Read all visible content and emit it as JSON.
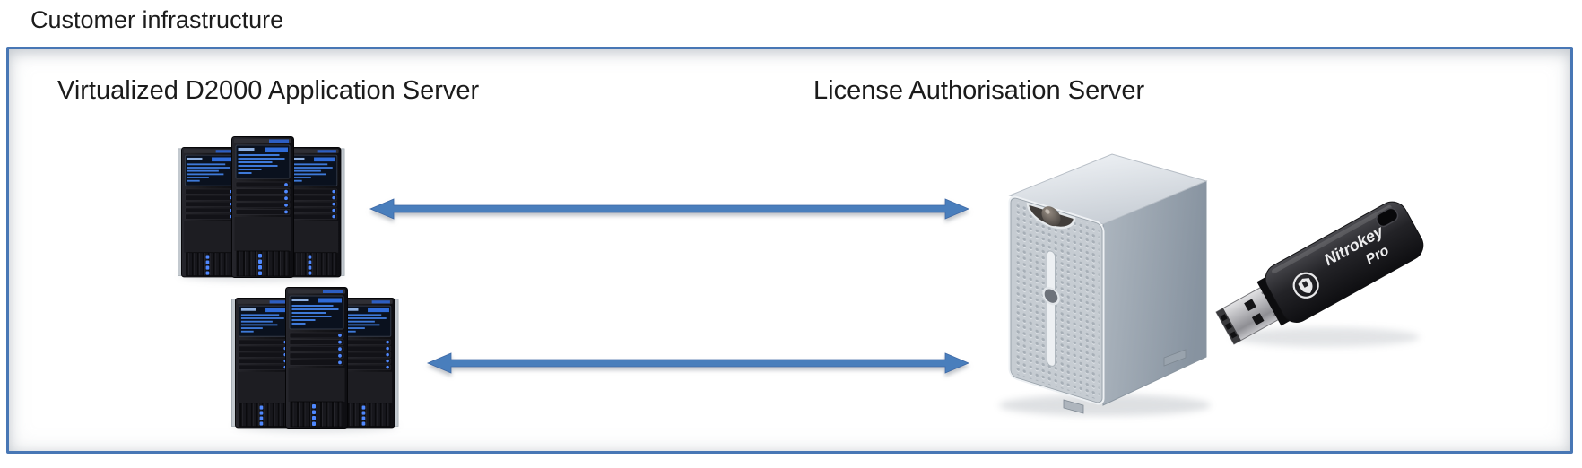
{
  "title": "Customer infrastructure",
  "nodes": {
    "app_server": {
      "label": "Virtualized D2000 Application Server"
    },
    "license_server": {
      "label": "License Authorisation Server"
    }
  },
  "dongle": {
    "brand": "Nitrokey",
    "model": "Pro"
  },
  "connections": [
    {
      "from": "app-server-cluster-top",
      "to": "license-server",
      "style": "double-headed-arrow"
    },
    {
      "from": "app-server-cluster-bottom",
      "to": "license-server",
      "style": "double-headed-arrow"
    }
  ],
  "colors": {
    "accent_blue": "#4a7ebc",
    "frame_border": "#4877b5",
    "led_blue": "#4f88ff",
    "server_black": "#17171b",
    "tower_gray": "#c6ccd2"
  }
}
